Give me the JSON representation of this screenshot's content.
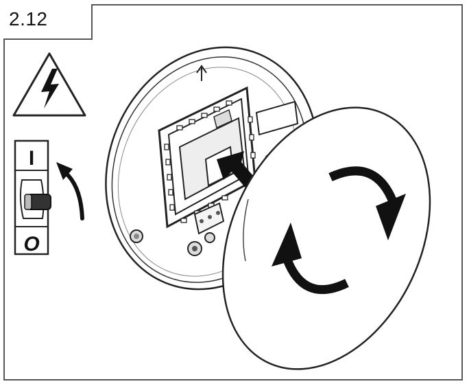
{
  "step": {
    "number": "2.12"
  },
  "switch": {
    "on_label": "I",
    "off_label": "O"
  },
  "icons": {
    "warning": "high-voltage-warning-icon",
    "switch": "circuit-breaker-switch-icon",
    "switch_off_arrow": "curved-arrow-icon",
    "rotate": "rotate-arrows-icon",
    "push": "push-arrow-icon"
  },
  "colors": {
    "line": "#222222",
    "fill": "#ffffff",
    "shade": "#d9d9d9",
    "dark": "#111111"
  }
}
